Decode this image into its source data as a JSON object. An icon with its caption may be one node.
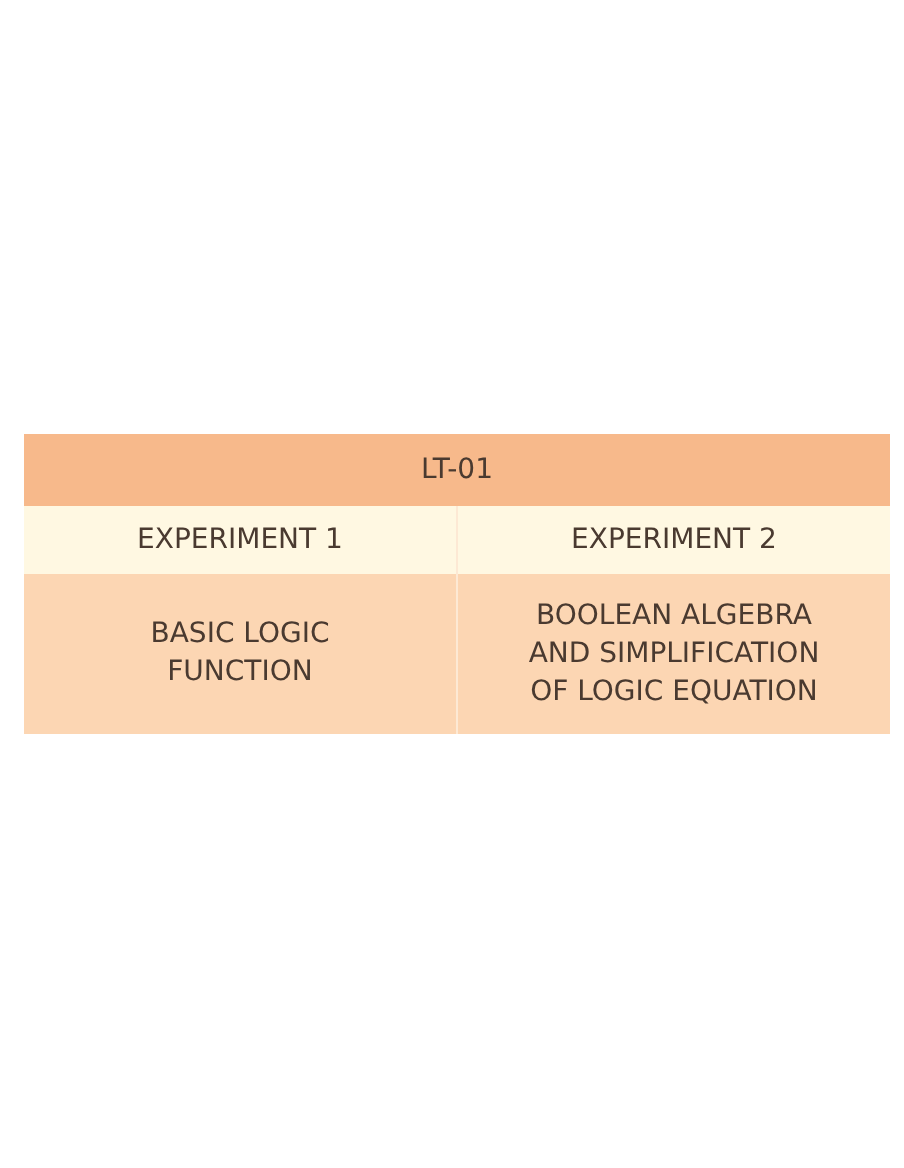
{
  "diagram": {
    "labels": [
      "LT-01",
      "EXPERIMENT 1",
      "EXPERIMENT 2",
      "BASIC LOGIC FUNCTION",
      "BOOLEAN ALGEBRA AND SIMPLIFICATION OF LOGIC EQUATION"
    ]
  }
}
